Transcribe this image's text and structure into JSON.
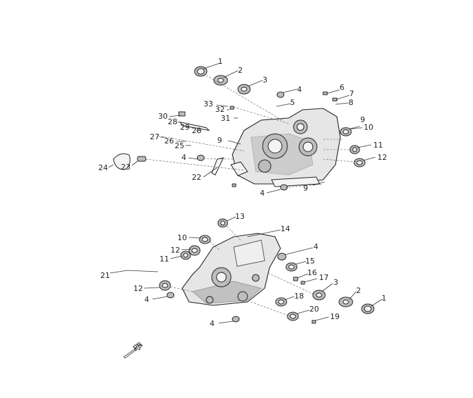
{
  "callouts": {
    "upper": [
      "1",
      "2",
      "3",
      "4",
      "6",
      "7",
      "5",
      "8",
      "33",
      "32",
      "31",
      "30",
      "28",
      "29",
      "28",
      "27",
      "26",
      "25",
      "9",
      "9",
      "10",
      "11",
      "12",
      "4",
      "22",
      "24",
      "23",
      "4",
      "9"
    ],
    "lower": [
      "13",
      "14",
      "10",
      "12",
      "11",
      "4",
      "15",
      "21",
      "16",
      "17",
      "3",
      "12",
      "4",
      "18",
      "2",
      "1",
      "20",
      "19",
      "4"
    ]
  },
  "arrow_label": "FR"
}
